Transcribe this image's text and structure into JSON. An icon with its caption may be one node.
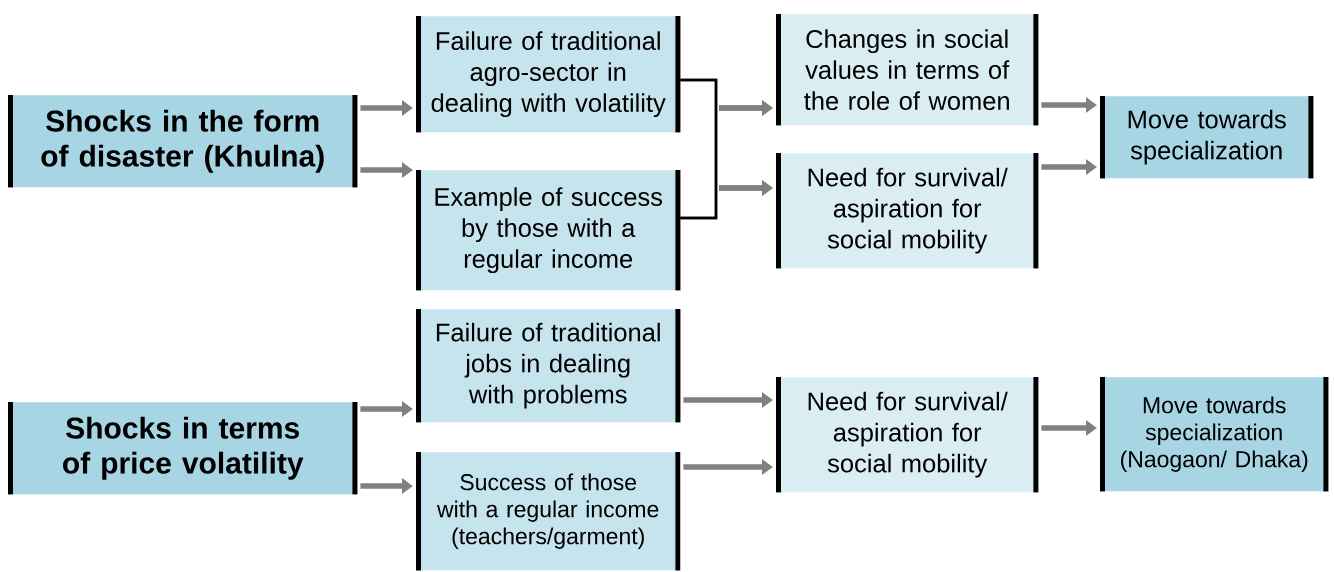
{
  "diagram": {
    "nodes": [
      {
        "text": [
          "Shocks in the form of disaster (Khulna)"
        ]
      },
      {
        "text": [
          "Failure of traditional agro-sector in dealing with volatility"
        ]
      },
      {
        "text": [
          "Example of success by those with a regular income"
        ]
      },
      {
        "text": [
          "Changes in social values in terms of the role of women"
        ]
      },
      {
        "text": [
          "Need for survival/ aspiration for social mobility"
        ]
      },
      {
        "text": [
          "Move towards specialization"
        ]
      },
      {
        "text": [
          "Shocks in terms of price volatility"
        ]
      },
      {
        "text": [
          "Failure of traditional jobs in dealing with problems"
        ]
      },
      {
        "text": [
          "Success of those with a regular income (teachers/garment)"
        ]
      },
      {
        "text": [
          "Need for survival/ aspiration for social mobility"
        ]
      },
      {
        "text": [
          "Move towards specialization (Naogaon/ Dhaka)"
        ]
      }
    ],
    "edges": [
      {
        "from": 0,
        "to": 1,
        "arrow": "to"
      },
      {
        "from": 0,
        "to": 2,
        "arrow": "to"
      },
      {
        "from": 1,
        "to": 3,
        "arrow": "to",
        "color": "#000000"
      },
      {
        "from": 1,
        "to": 4,
        "arrow": "to",
        "color": "#000000"
      },
      {
        "from": 2,
        "to": 3,
        "arrow": "to",
        "color": "#000000"
      },
      {
        "from": 2,
        "to": 4,
        "arrow": "to",
        "color": "#000000"
      },
      {
        "from": 3,
        "to": 5,
        "arrow": "to"
      },
      {
        "from": 4,
        "to": 5,
        "arrow": "to"
      },
      {
        "from": 6,
        "to": 7,
        "arrow": "to"
      },
      {
        "from": 6,
        "to": 8,
        "arrow": "to"
      },
      {
        "from": 7,
        "to": 9,
        "arrow": "to"
      },
      {
        "from": 8,
        "to": 9,
        "arrow": "to"
      },
      {
        "from": 9,
        "to": 10,
        "arrow": "to"
      }
    ]
  }
}
